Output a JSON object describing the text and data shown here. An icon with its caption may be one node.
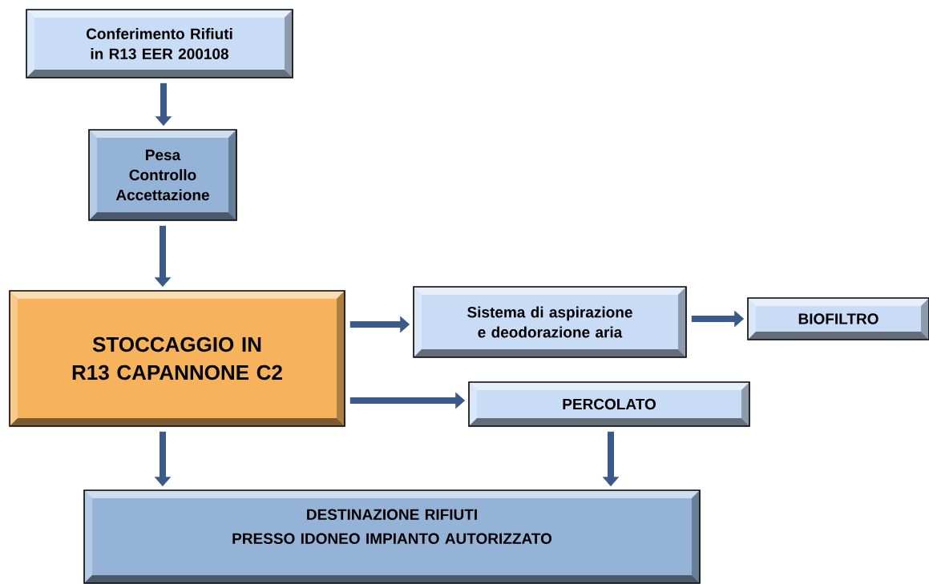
{
  "diagram": {
    "nodes": [
      {
        "text": [
          "Conferimento Rifiuti in R13 EER 200108"
        ]
      },
      {
        "text": [
          "Pesa Controllo Accettazione"
        ]
      },
      {
        "text": [
          "STOCCAGGIO IN R13 CAPANNONE C2"
        ]
      },
      {
        "text": [
          "Sistema di aspirazione e deodorazione aria"
        ]
      },
      {
        "text": [
          "BIOFILTRO"
        ]
      },
      {
        "text": [
          "PERCOLATO"
        ]
      },
      {
        "text": [
          "DESTINAZIONE RIFIUTI",
          "PRESSO IDONEO IMPIANTO AUTORIZZATO"
        ]
      }
    ],
    "edges": [
      {
        "from": 0,
        "to": 1,
        "arrow": "to"
      },
      {
        "from": 1,
        "to": 2,
        "arrow": "to"
      },
      {
        "from": 2,
        "to": 3,
        "arrow": "to"
      },
      {
        "from": 3,
        "to": 4,
        "arrow": "to"
      },
      {
        "from": 2,
        "to": 5,
        "arrow": "to"
      },
      {
        "from": 2,
        "to": 6,
        "arrow": "to"
      },
      {
        "from": 5,
        "to": 6,
        "arrow": "to"
      }
    ]
  }
}
